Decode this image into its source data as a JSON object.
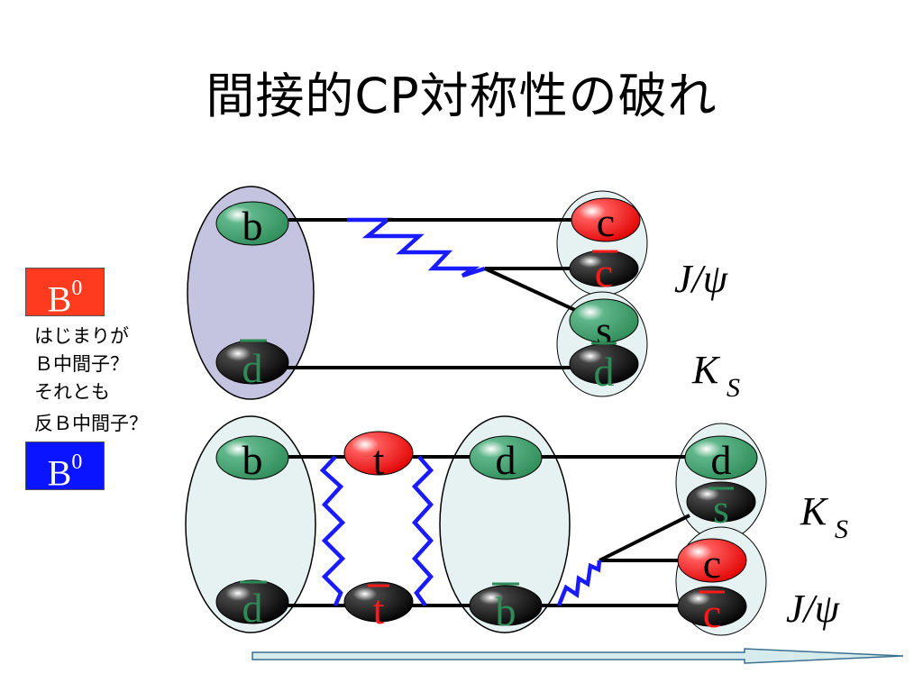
{
  "slide": {
    "title": "間接的CP対称性の破れ"
  },
  "mesons": {
    "b0": {
      "base": "B",
      "sup": "0",
      "color": "#ff3b1f"
    },
    "b0bar": {
      "base": "B",
      "sup": "0",
      "color": "#0a14ff"
    }
  },
  "question": {
    "lines": [
      "はじまりが",
      "Ｂ中間子？",
      "それとも",
      "反Ｂ中間子？"
    ]
  },
  "top_diagram": {
    "quarks": {
      "b": "b",
      "d_bar": "d",
      "c": "c",
      "c_bar": "c",
      "s": "s",
      "d_out": "d"
    },
    "labels": {
      "jpsi": "J/ψ",
      "ks_main": "K",
      "ks_sub": "S"
    }
  },
  "bottom_diagram": {
    "quarks": {
      "b": "b",
      "d_bar": "d",
      "t": "t",
      "t_bar": "t",
      "d_mid": "d",
      "b_bar": "b",
      "d_out": "d",
      "s_bar": "s",
      "c": "c",
      "c_bar": "c"
    },
    "labels": {
      "ks_main": "K",
      "ks_sub": "S",
      "jpsi": "J/ψ"
    }
  },
  "colors": {
    "green_quark": "#2e8b57",
    "red_quark": "#ff1a1a",
    "black_quark": "#000000",
    "w_boson": "#1a1aff",
    "hadron_purple": "#c4c4e0",
    "hadron_light": "#e6f2f2",
    "time_arrow": "#d6ecec"
  }
}
